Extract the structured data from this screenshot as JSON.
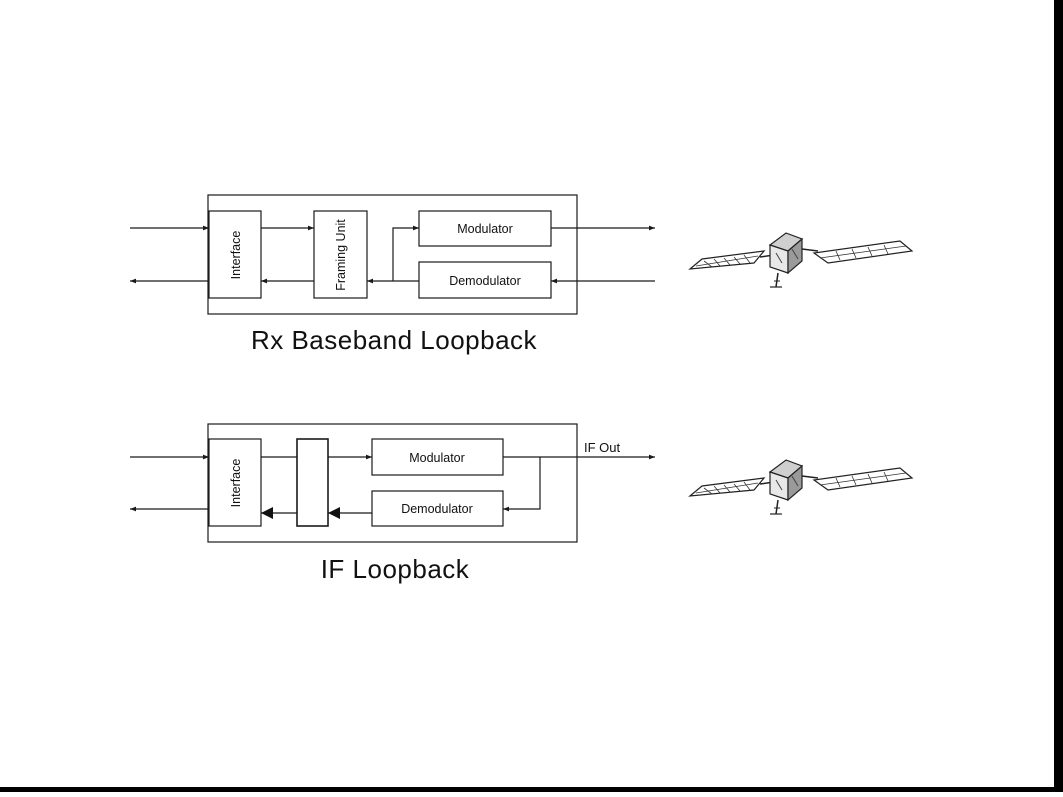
{
  "diagrams": [
    {
      "title": "Rx Baseband Loopback",
      "blocks": {
        "interface": "Interface",
        "framing": "Framing Unit",
        "modulator": "Modulator",
        "demodulator": "Demodulator"
      }
    },
    {
      "title": "IF Loopback",
      "blocks": {
        "interface": "Interface",
        "modulator": "Modulator",
        "demodulator": "Demodulator"
      },
      "if_out_label": "IF Out"
    }
  ],
  "icons": [
    "satellite-icon",
    "satellite-icon"
  ],
  "colors": {
    "line": "#1a1a1a",
    "background": "#ffffff",
    "border": "#000000"
  }
}
